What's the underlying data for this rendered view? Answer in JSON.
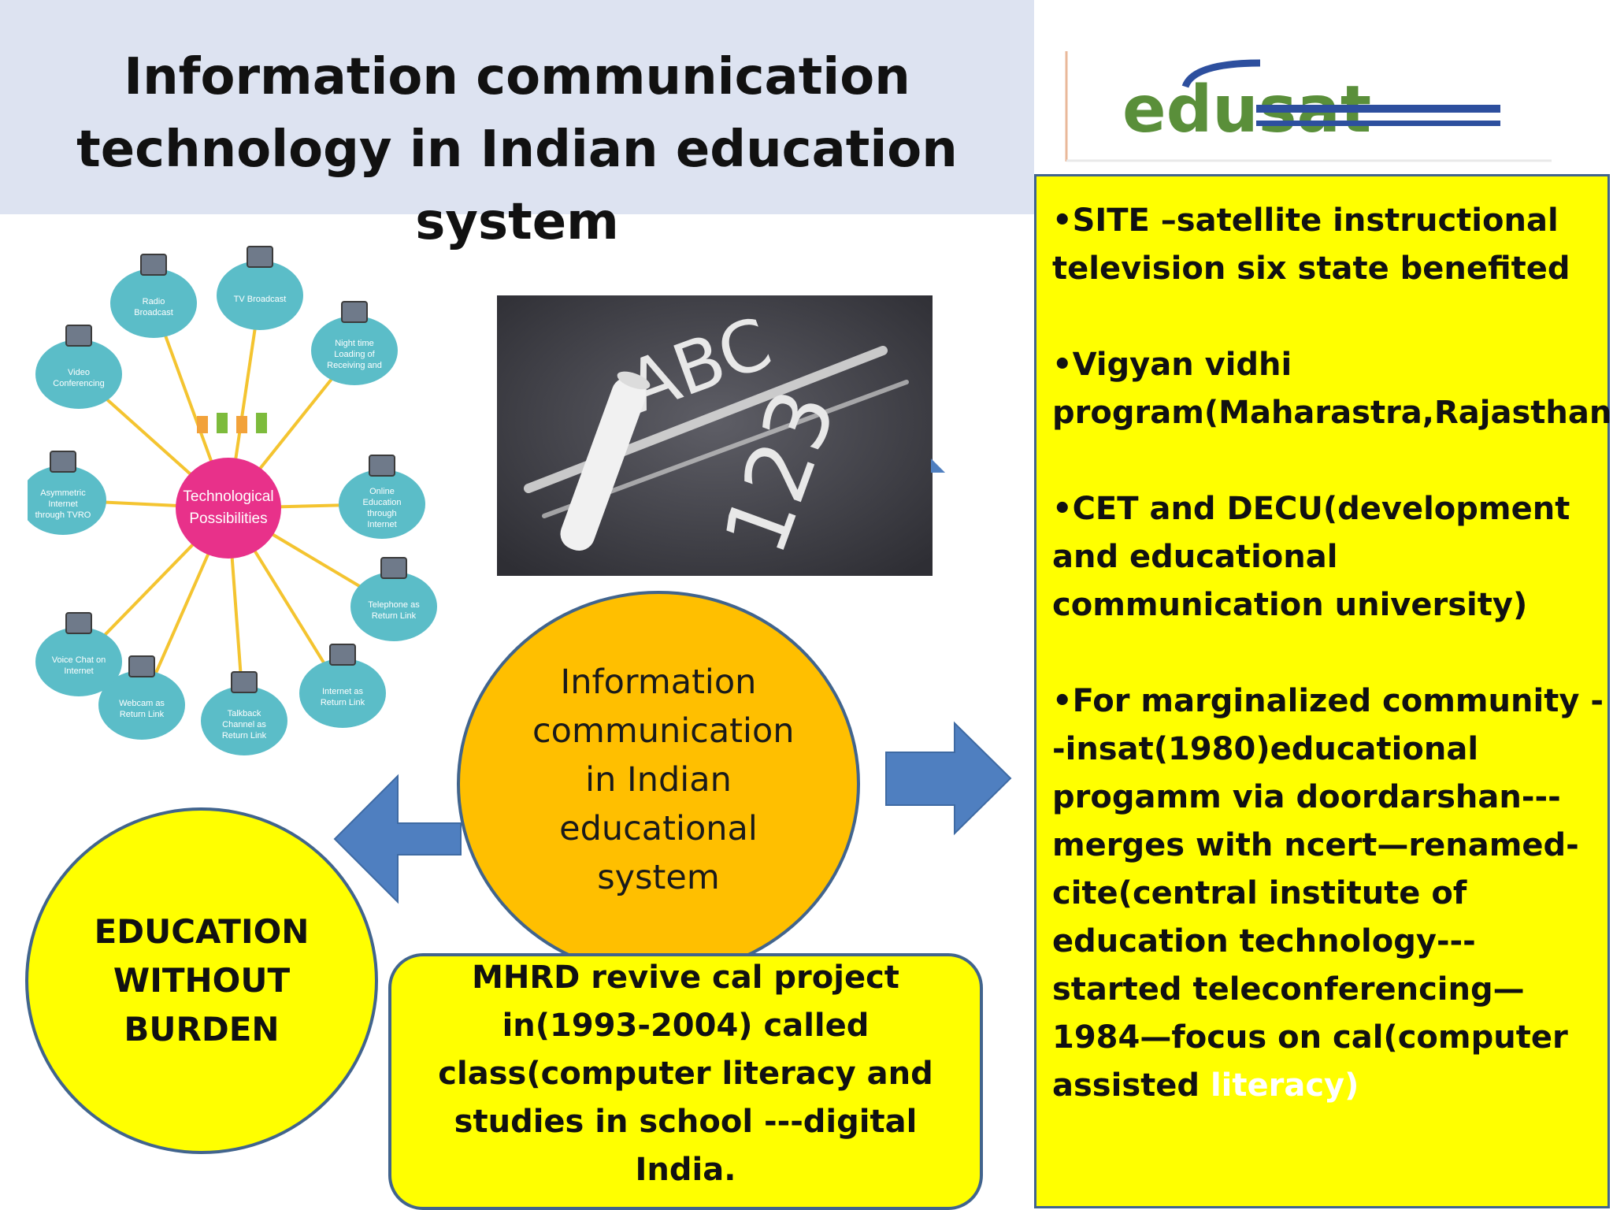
{
  "slide": {
    "title": "Information communication technology in Indian education system",
    "logo_text": "edusat",
    "right_panel": {
      "p1": "•SITE –satellite instructional television six state benefited",
      "p2": "•Vigyan  vidhi program(Maharastra,Rajasthan)",
      "p3": "•CET and DECU(development and educational communication university)",
      "p4_main": "•For marginalized community --insat(1980)educational progamm via doordarshan---merges with ncert—renamed-cite(central institute of education technology---started teleconferencing—1984—focus on cal(computer assisted ",
      "p4_tail": "literacy)"
    },
    "center_circle": "Information communication in Indian educational system",
    "left_circle": "EDUCATION WITHOUT BURDEN",
    "mhrd_box": "MHRD  revive cal project in(1993-2004) called class(computer literacy and studies in school ---digital India."
  },
  "diagram": {
    "hub_label": "Technological Possibilities",
    "nodes": [
      "Radio Broadcast",
      "TV Broadcast",
      "Night time Loading of Receiving and",
      "Online Education through Internet",
      "Telephone as Return Link",
      "Internet as Return Link",
      "Talkback Channel as Return Link",
      "Webcam as Return Link",
      "Voice Chat on Internet",
      "Asymmetric Internet through TVRO",
      "Video Conferencing"
    ]
  },
  "chalkboard": {
    "letters": "ABC",
    "numbers": "123"
  },
  "colors": {
    "title_band": "#dde3f1",
    "panel_yellow": "#ffff00",
    "circle_orange": "#ffbf00",
    "border_blue": "#41648d",
    "arrow_blue": "#4f7fc0",
    "node_teal": "#5bbdc8",
    "hub_pink": "#e8318a"
  }
}
